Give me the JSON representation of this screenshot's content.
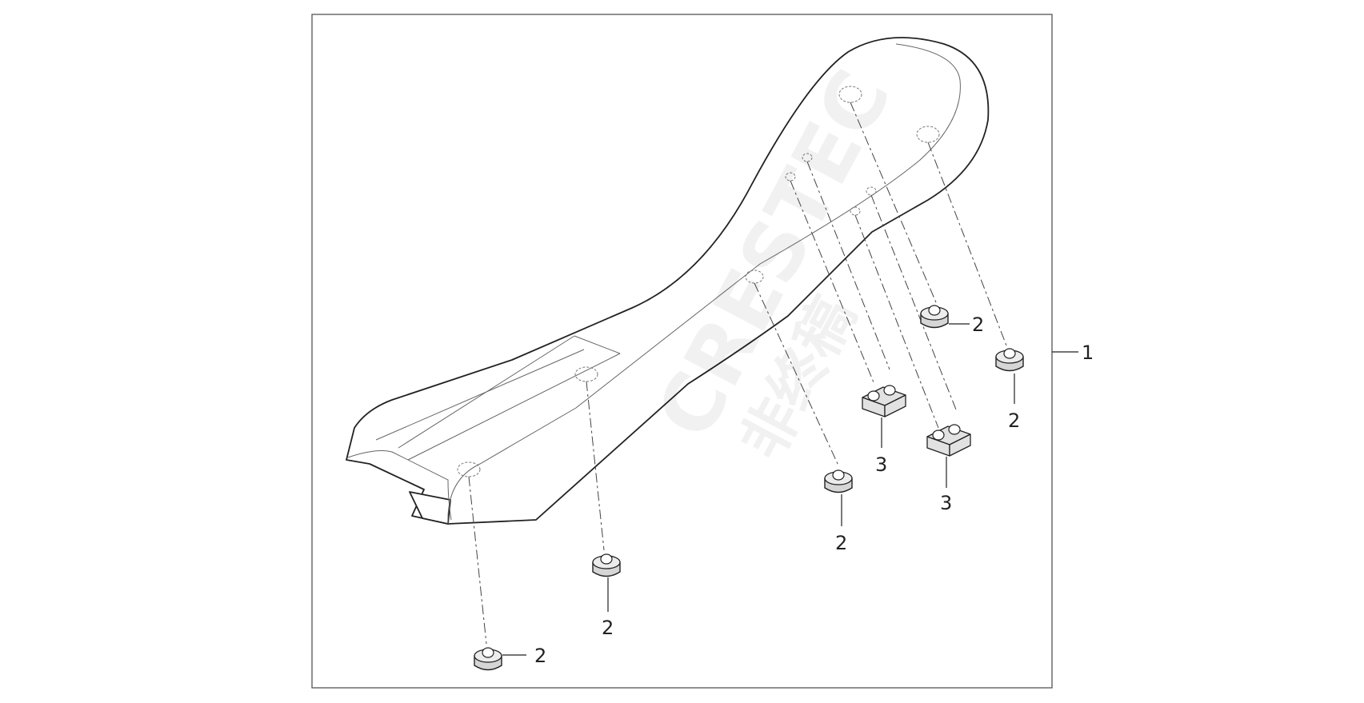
{
  "diagram": {
    "watermark": {
      "latin": "CRESTEC",
      "cjk": "非终稿"
    },
    "callouts": {
      "assembly": "1",
      "grommet": "2",
      "bracket": "3"
    }
  }
}
